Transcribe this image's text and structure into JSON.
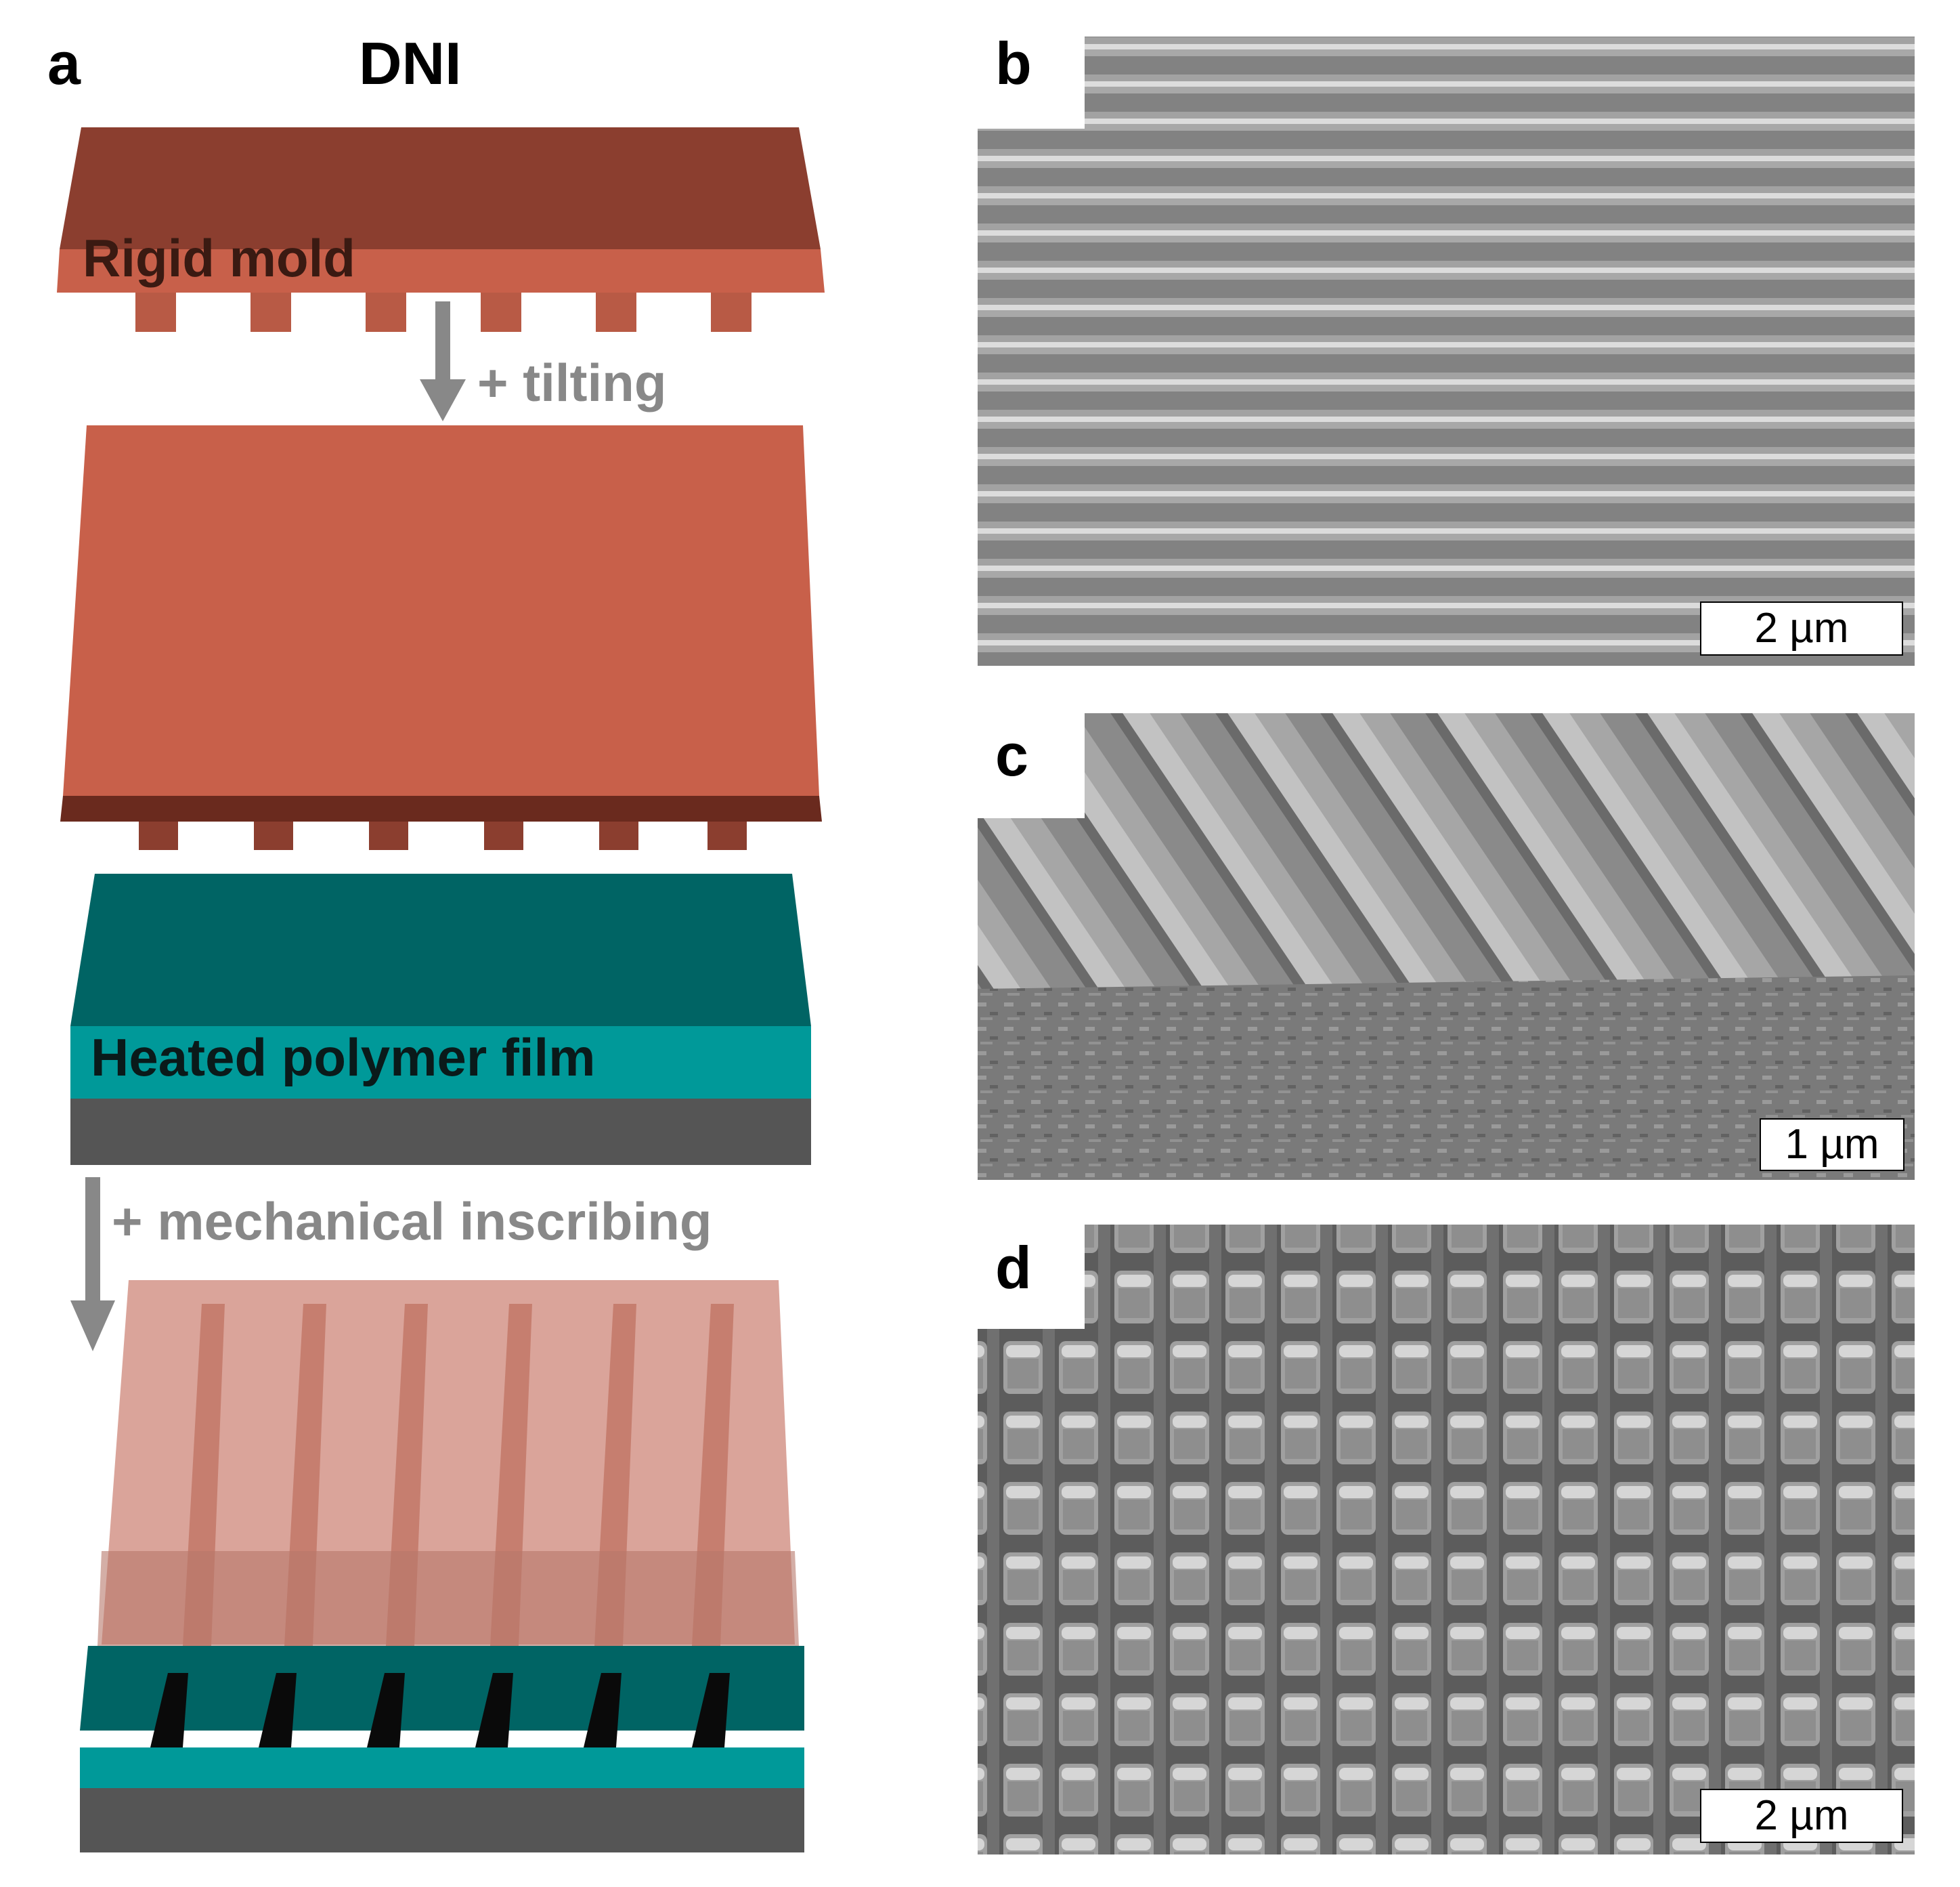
{
  "panel_a": {
    "letter": "a",
    "title": "DNI",
    "mold_label": "Rigid mold",
    "step1_label": "+ tilting",
    "film_label": "Heated polymer film",
    "step2_label": "+ mechanical inscribing"
  },
  "panel_b": {
    "letter": "b",
    "scale_bar": "2 µm"
  },
  "panel_c": {
    "letter": "c",
    "scale_bar": "1 µm"
  },
  "panel_d": {
    "letter": "d",
    "scale_bar": "2 µm"
  },
  "colors": {
    "mold_top": "#8b3e2f",
    "mold_front": "#c8604a",
    "mold_tooth": "#b85a45",
    "mold_dark": "#6a2a1e",
    "film_top": "#006464",
    "film_front": "#009999",
    "substrate": "#555555",
    "arrow": "#888888",
    "label_gray": "#888888",
    "transparent_mold": "#d49488",
    "sem_base": "#8a8a8a"
  }
}
